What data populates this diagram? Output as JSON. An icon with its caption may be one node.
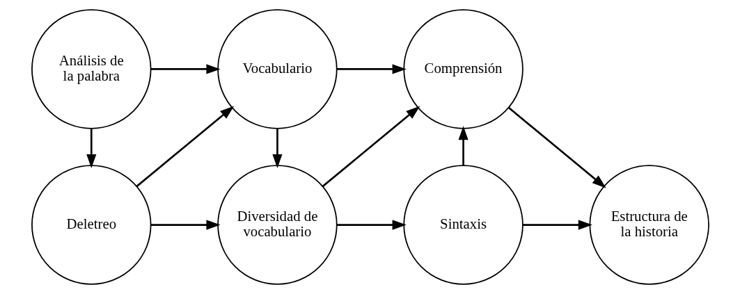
{
  "diagram": {
    "nodes": [
      {
        "text": [
          "Análisis de la palabra"
        ]
      },
      {
        "text": [
          "Vocabulario"
        ]
      },
      {
        "text": [
          "Comprensión"
        ]
      },
      {
        "text": [
          "Deletreo"
        ]
      },
      {
        "text": [
          "Diversidad de vocabulario"
        ]
      },
      {
        "text": [
          "Sintaxis"
        ]
      },
      {
        "text": [
          "Estructura de la historia"
        ]
      }
    ],
    "edges": [
      {
        "from": 0,
        "to": 1,
        "arrow": "to"
      },
      {
        "from": 1,
        "to": 2,
        "arrow": "to"
      },
      {
        "from": 0,
        "to": 3,
        "arrow": "to"
      },
      {
        "from": 3,
        "to": 1,
        "arrow": "to"
      },
      {
        "from": 1,
        "to": 4,
        "arrow": "to"
      },
      {
        "from": 4,
        "to": 2,
        "arrow": "to"
      },
      {
        "from": 5,
        "to": 2,
        "arrow": "to"
      },
      {
        "from": 2,
        "to": 6,
        "arrow": "to"
      },
      {
        "from": 3,
        "to": 4,
        "arrow": "to"
      },
      {
        "from": 4,
        "to": 5,
        "arrow": "to"
      },
      {
        "from": 5,
        "to": 6,
        "arrow": "to"
      }
    ]
  }
}
